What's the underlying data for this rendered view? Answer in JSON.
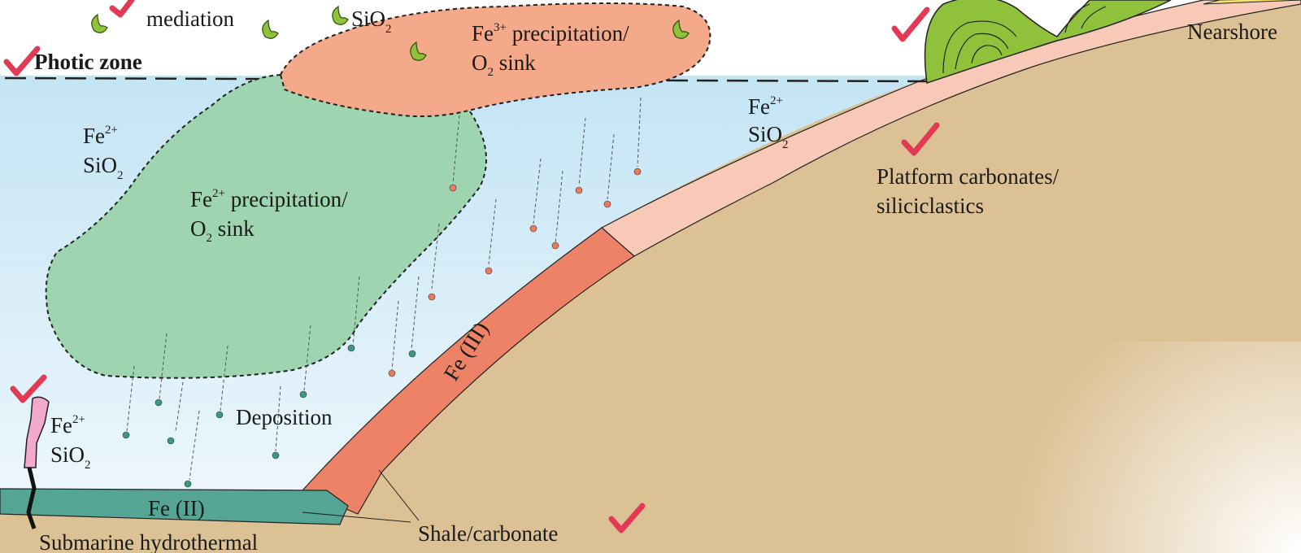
{
  "labels": {
    "mediation": "mediation",
    "sio2_top": "SiO",
    "sio2_top_sub": "2",
    "photic_zone": "Photic zone",
    "nearshore": "Nearshore",
    "fe3_a": "Fe",
    "fe3_sup": "3+",
    "fe3_b": " precipitation/",
    "fe3_o2": "O",
    "fe3_o2_sub": "2",
    "fe3_sink": " sink",
    "fe2_left": "Fe",
    "fe2_left_sup": "2+",
    "sio2_left": "SiO",
    "sio2_left_sub": "2",
    "fe2p_a": "Fe",
    "fe2p_sup": "2+",
    "fe2p_b": " precipitation/",
    "fe2p_o2": "O",
    "fe2p_o2_sub": "2",
    "fe2p_sink": " sink",
    "fe2_right": "Fe",
    "fe2_right_sup": "2+",
    "sio2_right": "SiO",
    "sio2_right_sub": "2",
    "platform_1": "Platform carbonates/",
    "platform_2": "siliciclastics",
    "fe3_layer": "Fe (III)",
    "deposition": "Deposition",
    "fe2_vent": "Fe",
    "fe2_vent_sup": "2+",
    "sio2_vent": "SiO",
    "sio2_vent_sub": "2",
    "fe2_layer": "Fe (II)",
    "shale": "Shale/carbonate",
    "submarine": "Submarine hydrothermal"
  },
  "colors": {
    "water_top": "#c3e4f4",
    "water_bottom": "#f2f9fd",
    "shelf": "#dcc195",
    "fe3_cloud": "#f4a98a",
    "fe2_cloud": "#9ed4b0",
    "fe3_layer": "#ee8266",
    "fe2_layer": "#55a595",
    "platform_layer": "#f7c9b6",
    "stromatolite": "#8fc13a",
    "checkmark": "#e23a55",
    "fe3_particle": "#e97b5e",
    "fe2_particle": "#3b9882",
    "vent": "#f2a9cc"
  }
}
